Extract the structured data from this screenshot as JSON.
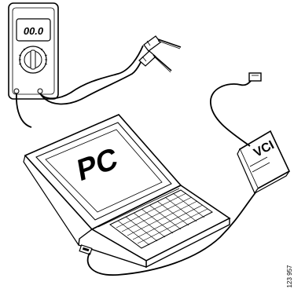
{
  "multimeter": {
    "display_text": "00.0"
  },
  "laptop": {
    "screen_label": "PC"
  },
  "vci": {
    "label": "VCI"
  },
  "figure_number": "123 957"
}
